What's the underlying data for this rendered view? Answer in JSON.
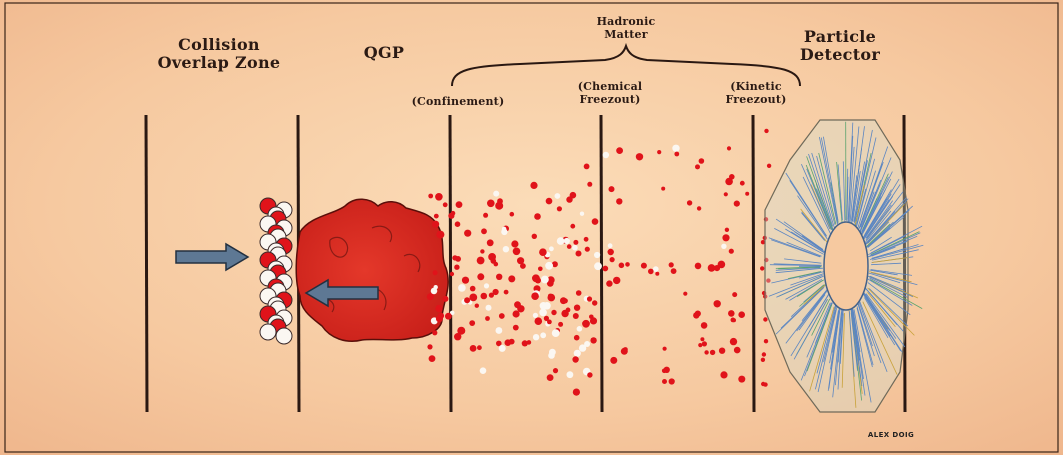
{
  "labels": {
    "collision_line1": "Collision",
    "collision_line2": "Overlap Zone",
    "qgp": "QGP",
    "hadronic_line1": "Hadronic",
    "hadronic_line2": "Matter",
    "confinement": "(Confinement)",
    "chemical_line1": "(Chemical",
    "chemical_line2": "Freezout)",
    "kinetic_line1": "(Kinetic",
    "kinetic_line2": "Freezout)",
    "detector_line1": "Particle",
    "detector_line2": "Detector",
    "signature": "ALEX DOIG"
  },
  "colors": {
    "background": "#f6c9a0",
    "stage_line": "#2a1812",
    "qgp_blob": "#d92a1e",
    "particle_red": "#e0131a",
    "particle_white": "#fbf7f2",
    "arrow": "#5e7894",
    "detector_track": "#5b86c2",
    "detector_outline": "#6f6a5a"
  },
  "icons": [
    "left-arrow-icon",
    "right-arrow-icon",
    "colliding-nuclei-icon",
    "particle-detector-icon"
  ]
}
